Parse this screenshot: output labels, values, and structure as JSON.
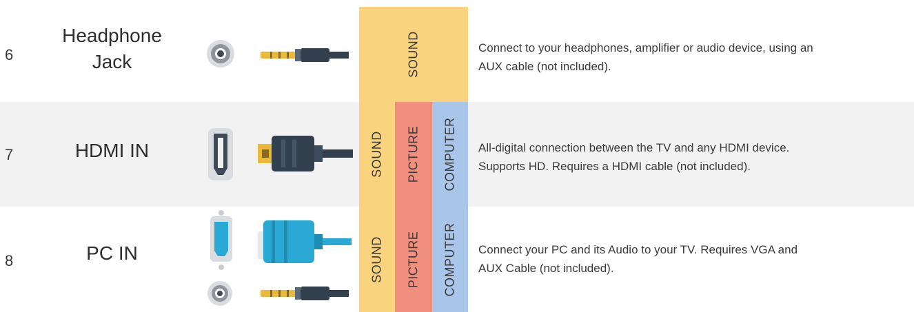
{
  "rows": [
    {
      "number": "6",
      "name_lines": [
        "Headphone",
        "Jack"
      ],
      "description_lines": [
        "Connect to your headphones, amplifier or audio device, using an",
        "AUX cable (not included)."
      ],
      "port_icon": "headphone-jack-port-icon",
      "cable_icon": "aux-cable-icon"
    },
    {
      "number": "7",
      "name_lines": [
        "HDMI IN"
      ],
      "description_lines": [
        "All-digital connection between the TV and any HDMI device.",
        "Supports HD. Requires a HDMI cable (not included)."
      ],
      "port_icon": "hdmi-port-icon",
      "cable_icon": "hdmi-cable-icon"
    },
    {
      "number": "8",
      "name_lines": [
        "PC IN"
      ],
      "description_lines": [
        "Connect your PC and its Audio to your TV. Requires VGA and",
        "AUX Cable (not included)."
      ],
      "port_icon": "vga-port-icon",
      "cable_icon": "vga-cable-icon",
      "extra_port_icon": "audio-jack-port-icon",
      "extra_cable_icon": "aux-cable-icon"
    }
  ],
  "labels": {
    "sound": "SOUND",
    "picture": "PICTURE",
    "computer": "COMPUTER"
  },
  "colors": {
    "sound": "#f9d37d",
    "picture": "#f08f7e",
    "computer": "#a9c6ea",
    "row_alt_background": "#f2f2f2",
    "cable_gold": "#e8b93a",
    "cable_dark": "#33414f",
    "cable_blue": "#2aa9d4"
  }
}
